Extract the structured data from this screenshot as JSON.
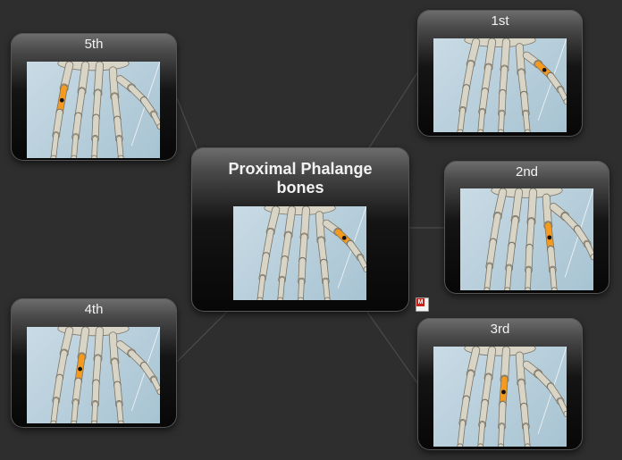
{
  "center": {
    "title": "Proximal Phalange bones"
  },
  "nodes": [
    {
      "id": "1st",
      "label": "1st",
      "highlight": "thumb"
    },
    {
      "id": "2nd",
      "label": "2nd",
      "highlight": "index"
    },
    {
      "id": "3rd",
      "label": "3rd",
      "highlight": "middle"
    },
    {
      "id": "4th",
      "label": "4th",
      "highlight": "ring"
    },
    {
      "id": "5th",
      "label": "5th",
      "highlight": "little"
    }
  ],
  "attachment": {
    "icon": "document-attachment-icon",
    "text": "M"
  },
  "colors": {
    "background": "#2e2e2e",
    "bone": "#d8d4c6",
    "highlight": "#f39a1f",
    "marker": "#111111"
  }
}
